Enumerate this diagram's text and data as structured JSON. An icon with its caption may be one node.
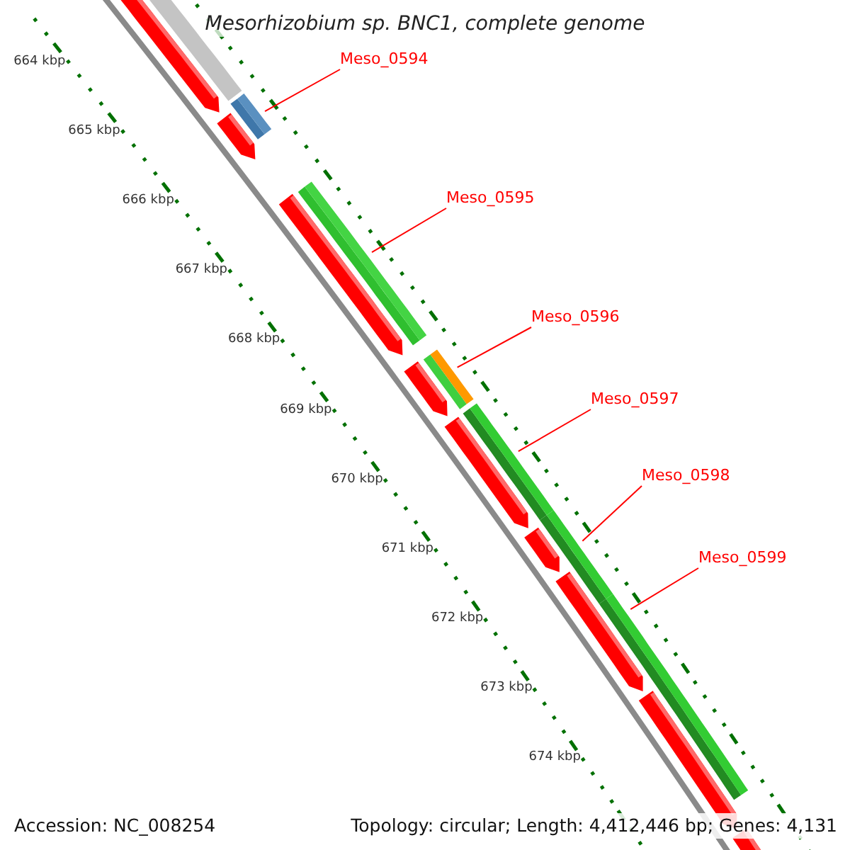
{
  "diagram": {
    "title": "Mesorhizobium sp. BNC1, complete genome",
    "nodes": [
      {
        "text": [
          "Meso_0594"
        ]
      },
      {
        "text": [
          "Meso_0595"
        ]
      },
      {
        "text": [
          "Meso_0596"
        ]
      },
      {
        "text": [
          "Meso_0597"
        ]
      },
      {
        "text": [
          "Meso_0598"
        ]
      },
      {
        "text": [
          "Meso_0599"
        ]
      },
      {
        "text": [],
        "shape": "bar"
      },
      {
        "text": [],
        "shape": "bar"
      },
      {
        "text": [],
        "shape": "bar"
      },
      {
        "text": [],
        "shape": "bar"
      },
      {
        "text": [],
        "shape": "bar"
      },
      {
        "text": [],
        "shape": "bar"
      }
    ],
    "edges": [
      {
        "from": 0,
        "to": 6,
        "arrow": "none"
      },
      {
        "from": 1,
        "to": 7,
        "arrow": "none"
      },
      {
        "from": 2,
        "to": 8,
        "arrow": "none"
      },
      {
        "from": 3,
        "to": 9,
        "arrow": "none"
      },
      {
        "from": 4,
        "to": 10,
        "arrow": "none"
      },
      {
        "from": 5,
        "to": 11,
        "arrow": "none"
      }
    ],
    "labels": [
      "664 kbp",
      "665 kbp",
      "666 kbp",
      "667 kbp",
      "668 kbp",
      "669 kbp",
      "670 kbp",
      "671 kbp",
      "672 kbp",
      "673 kbp",
      "674 kbp",
      "Accession: NC_008254",
      "Topology: circular; Length: 4,412,446 bp; Genes: 4,131"
    ]
  }
}
